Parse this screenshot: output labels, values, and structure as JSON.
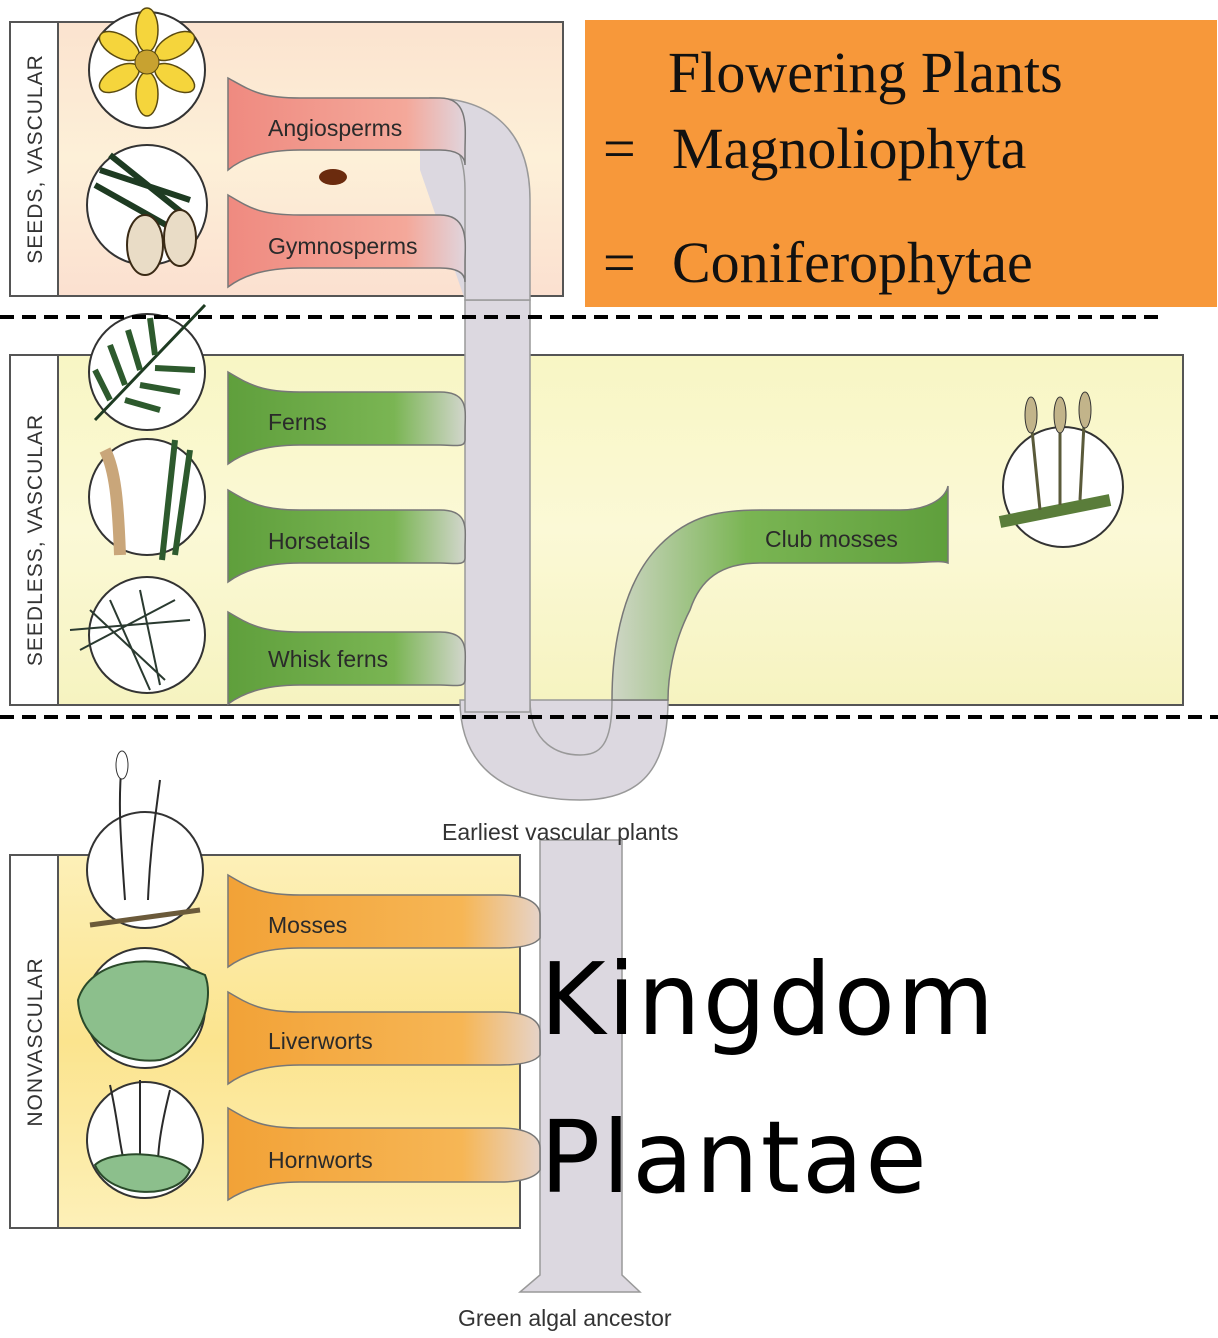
{
  "groups": [
    {
      "id": "seeds",
      "label": "SEEDS, VASCULAR"
    },
    {
      "id": "seedless",
      "label": "SEEDLESS, VASCULAR"
    },
    {
      "id": "nonvascular",
      "label": "NONVASCULAR"
    }
  ],
  "branches": {
    "angiosperms": "Angiosperms",
    "gymnosperms": "Gymnosperms",
    "ferns": "Ferns",
    "horsetails": "Horsetails",
    "whisk_ferns": "Whisk ferns",
    "club_mosses": "Club mosses",
    "mosses": "Mosses",
    "liverworts": "Liverworts",
    "hornworts": "Hornworts"
  },
  "nodes": {
    "earliest_vascular": "Earliest vascular plants",
    "green_algal": "Green algal ancestor"
  },
  "info_box": {
    "line1": "Flowering Plants",
    "line2_eq": "=",
    "line2": "Magnoliophyta",
    "line3_eq": "=",
    "line3": "Coniferophytae"
  },
  "overlay": {
    "line1": "Kingdom",
    "line2": "Plantae"
  },
  "colors": {
    "info_box": "#f7983a",
    "seed_branch": "#ee8f85",
    "seedless_branch": "#6aa644",
    "nonvascular_branch": "#f3a838",
    "trunk": "#d9d6df"
  }
}
